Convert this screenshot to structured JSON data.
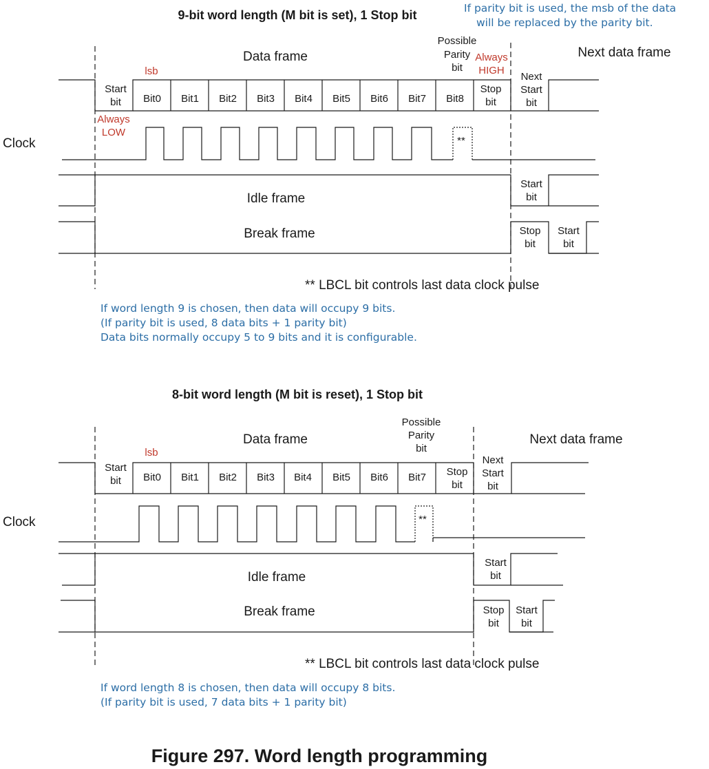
{
  "diagram1": {
    "title": "9-bit word length (M bit is set), 1 Stop bit",
    "parity_note": [
      "If parity bit is used, the msb of the data",
      "will be replaced by the parity bit."
    ],
    "data_frame": "Data frame",
    "next_data_frame": "Next data frame",
    "possible_parity": [
      "Possible",
      "Parity",
      "bit"
    ],
    "always_high": [
      "Always",
      "HIGH"
    ],
    "lsb": "lsb",
    "always_low": [
      "Always",
      "LOW"
    ],
    "clock": "Clock",
    "start_bit": [
      "Start",
      "bit"
    ],
    "bits": [
      "Bit0",
      "Bit1",
      "Bit2",
      "Bit3",
      "Bit4",
      "Bit5",
      "Bit6",
      "Bit7",
      "Bit8"
    ],
    "stop_bit": [
      "Stop",
      "bit"
    ],
    "next_start_bit": [
      "Next",
      "Start",
      "bit"
    ],
    "idle_frame": "Idle frame",
    "break_frame": "Break frame",
    "lbcl_note": "** LBCL bit controls last data clock pulse",
    "asterisks": "**",
    "notes": [
      "If word length 9 is chosen, then data will occupy 9 bits.",
      "(If parity bit is used, 8 data bits + 1 parity bit)",
      "Data bits normally occupy 5 to 9 bits and it is configurable."
    ]
  },
  "diagram2": {
    "title": "8-bit word length (M  bit is reset), 1 Stop bit",
    "data_frame": "Data frame",
    "next_data_frame": "Next data frame",
    "possible_parity": [
      "Possible",
      "Parity",
      "bit"
    ],
    "lsb": "lsb",
    "clock": "Clock",
    "start_bit": [
      "Start",
      "bit"
    ],
    "bits": [
      "Bit0",
      "Bit1",
      "Bit2",
      "Bit3",
      "Bit4",
      "Bit5",
      "Bit6",
      "Bit7"
    ],
    "stop_bit": [
      "Stop",
      "bit"
    ],
    "next_start_bit": [
      "Next",
      "Start",
      "bit"
    ],
    "idle_frame": "Idle frame",
    "break_frame": "Break frame",
    "lbcl_note": "** LBCL bit controls last data clock pulse",
    "asterisks": "**",
    "notes": [
      "If word length 8 is chosen, then data will occupy 8 bits.",
      "(If parity bit is used, 7 data bits + 1 parity bit)"
    ]
  },
  "caption": "Figure 297. Word length programming",
  "colors": {
    "line": "#1a1a1a",
    "red_label": "#c0392b",
    "blue_note": "#2c6ea6"
  }
}
